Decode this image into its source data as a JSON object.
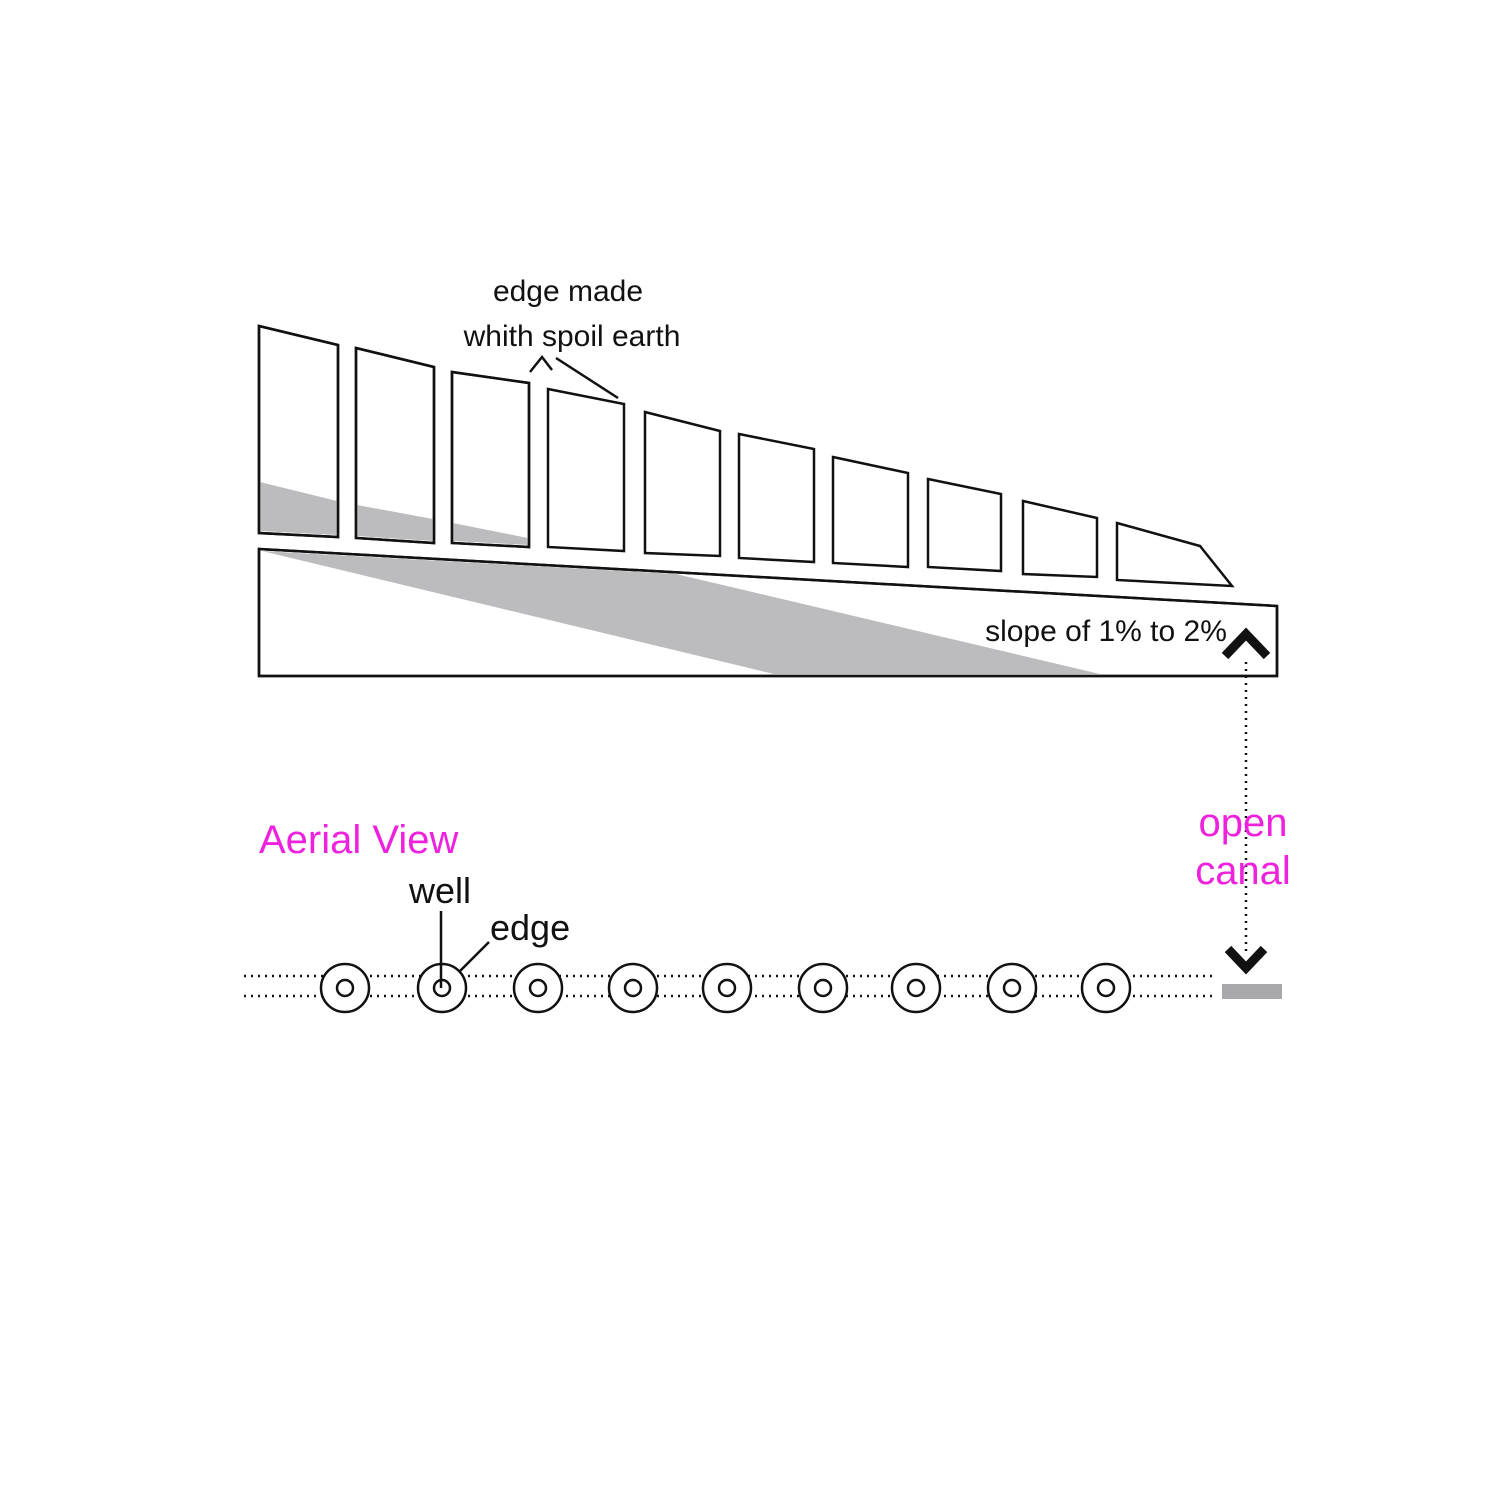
{
  "labels": {
    "edge_made_line1": "edge made",
    "edge_made_line2": "whith spoil earth",
    "slope": "slope of 1% to 2%",
    "aerial_view": "Aerial View",
    "open_line1": "open",
    "open_line2": "canal",
    "well": "well",
    "edge": "edge"
  },
  "colors": {
    "line": "#111111",
    "accent": "#ee22dd",
    "shade": "#bcbcbe",
    "canal_bar": "#a9a9ab"
  },
  "aerial": {
    "well_count": 9
  },
  "section": {
    "shaft_count": 10
  }
}
